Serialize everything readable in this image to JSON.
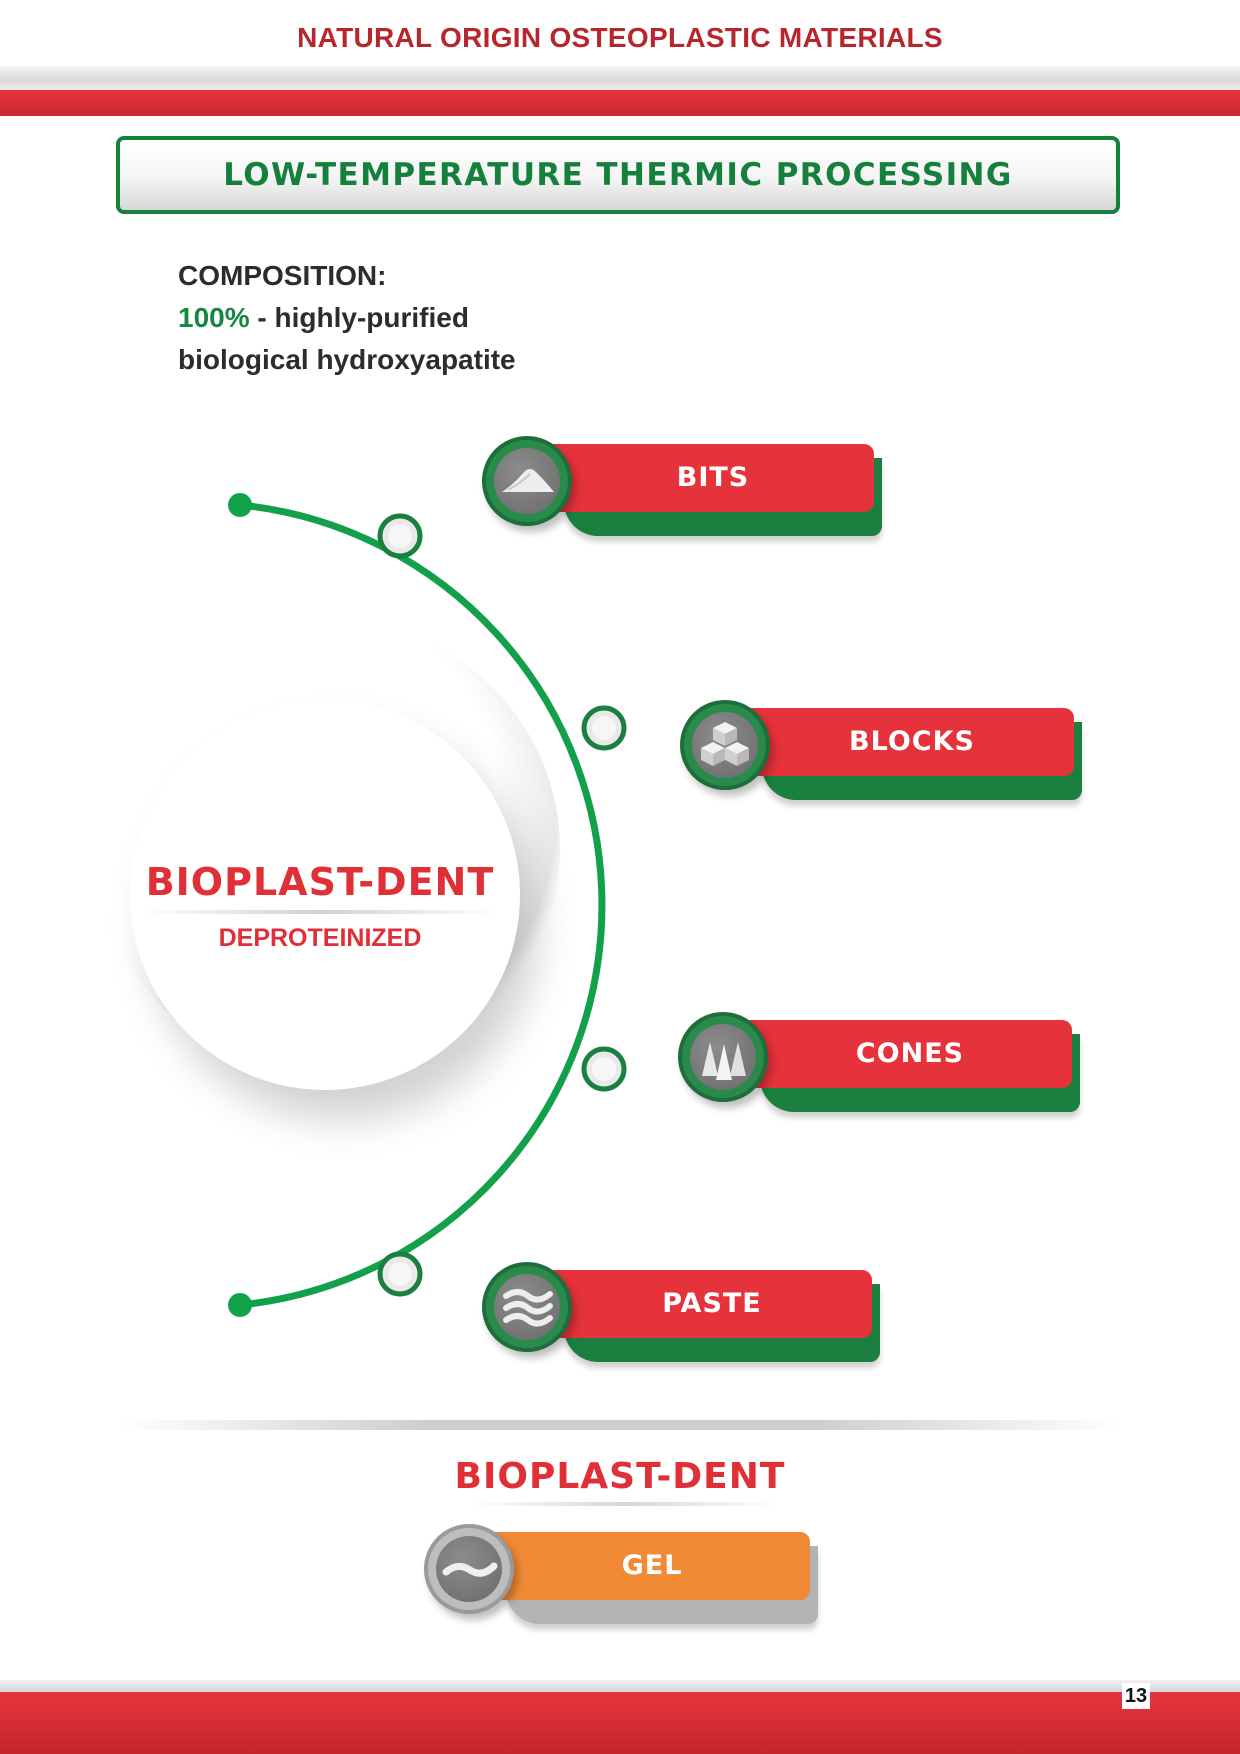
{
  "header": {
    "title": "NATURAL ORIGIN OSTEOPLASTIC MATERIALS"
  },
  "banner": {
    "title": "LOW-TEMPERATURE THERMIC PROCESSING"
  },
  "composition": {
    "heading": "COMPOSITION:",
    "percent": "100%",
    "line1_rest": " - highly-purified",
    "line2": "biological hydroxyapatite"
  },
  "center": {
    "title": "BIOPLAST-DENT",
    "subtitle": "DEPROTEINIZED"
  },
  "products": [
    {
      "label": "BITS",
      "icon": "powder-pile-icon"
    },
    {
      "label": "BLOCKS",
      "icon": "cubes-icon"
    },
    {
      "label": "CONES",
      "icon": "cones-icon"
    },
    {
      "label": "PASTE",
      "icon": "paste-waves-icon"
    }
  ],
  "bottom": {
    "title": "BIOPLAST-DENT",
    "product": {
      "label": "GEL",
      "icon": "gel-wave-icon"
    }
  },
  "footer": {
    "page_number": "13"
  },
  "colors": {
    "red": "#e6323b",
    "green": "#1a7f3f",
    "orange": "#f08a35",
    "header_red": "#b8262d"
  }
}
